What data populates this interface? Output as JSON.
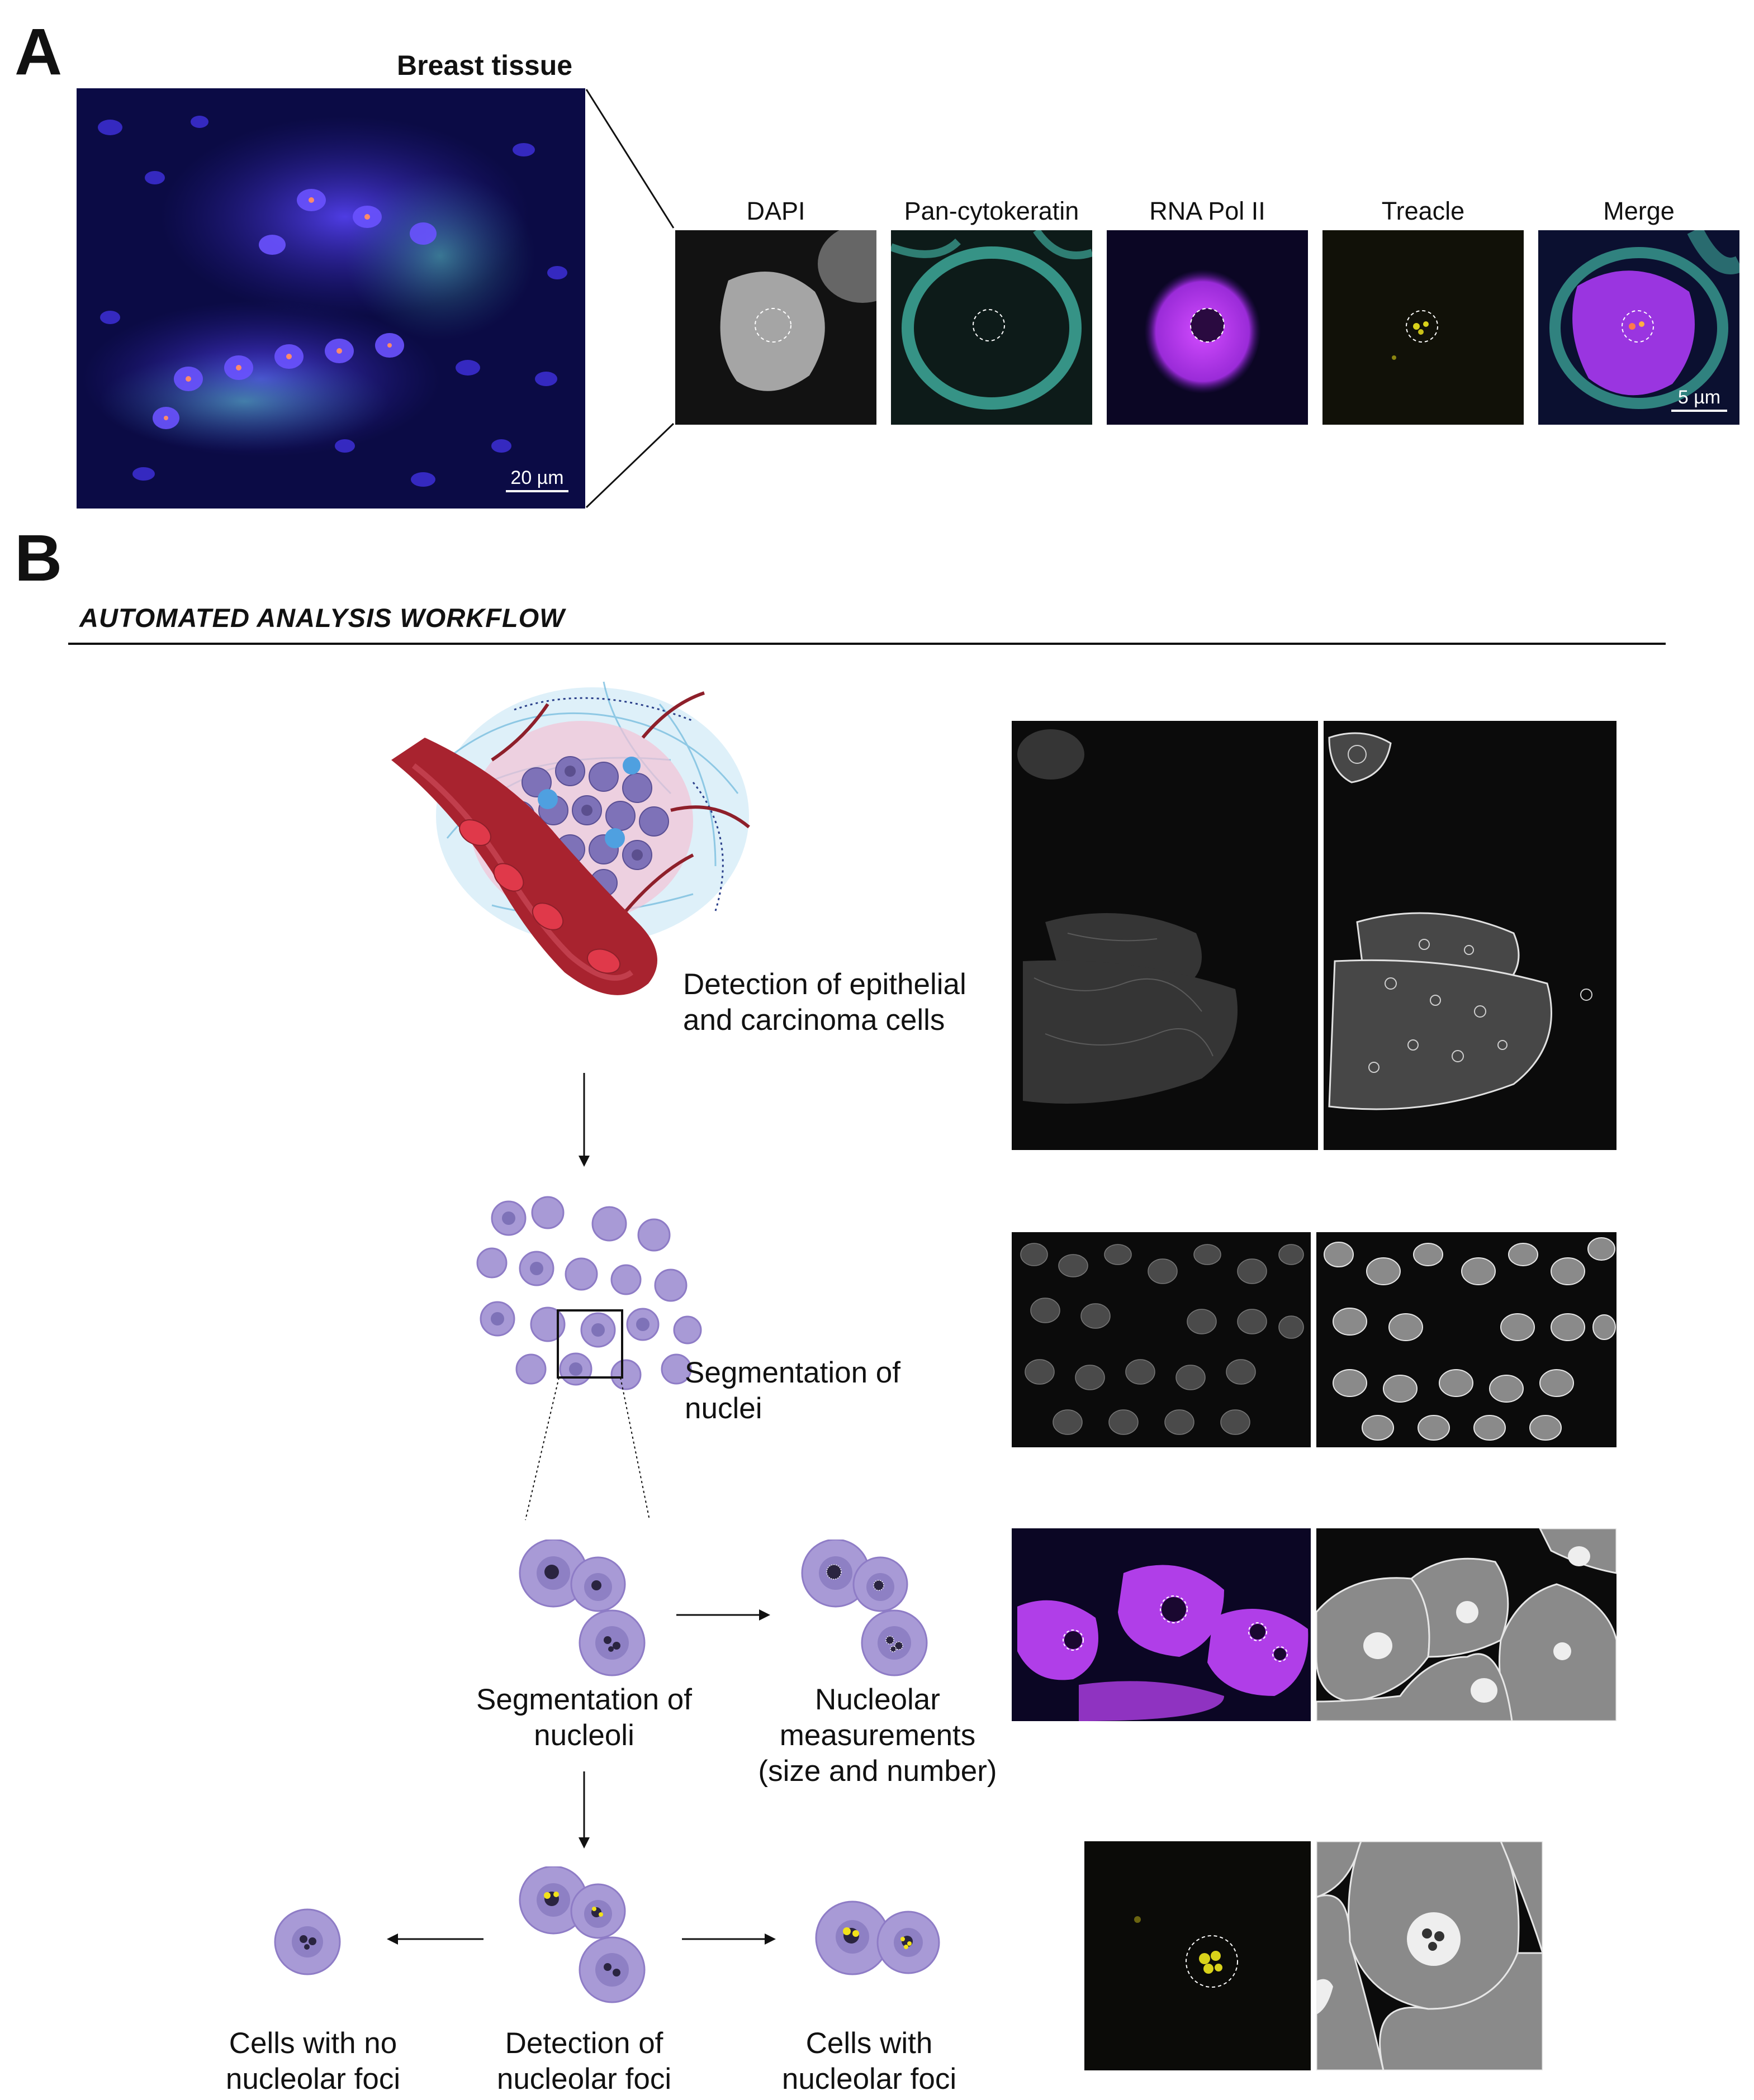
{
  "panel_a": {
    "letter": "A",
    "title": "Breast tissue",
    "scale_large": "20 µm",
    "scale_small": "5 µm",
    "channels": [
      {
        "label": "DAPI"
      },
      {
        "label": "Pan-cytokeratin"
      },
      {
        "label": "RNA Pol II"
      },
      {
        "label": "Treacle"
      },
      {
        "label": "Merge"
      }
    ]
  },
  "panel_b": {
    "letter": "B",
    "workflow_title": "AUTOMATED ANALYSIS WORKFLOW",
    "steps": {
      "epithelial": [
        "Detection of epithelial",
        "and carcinoma cells"
      ],
      "nuclei": [
        "Segmentation of",
        "nuclei"
      ],
      "nucleoli": [
        "Segmentation of",
        "nucleoli"
      ],
      "measurements": [
        "Nucleolar",
        "measurements",
        "(size and number)"
      ],
      "no_foci": [
        "Cells with no",
        "nucleolar foci"
      ],
      "detect_foci": [
        "Detection of",
        "nucleolar foci"
      ],
      "with_foci": [
        "Cells with",
        "nucleolar foci"
      ]
    }
  },
  "colors": {
    "dapi": "#4636d8",
    "cytokeratin": "#3ea89a",
    "pol2": "#c93cf0",
    "treacle": "#d9d21a",
    "cell_fill": "#a89ad6",
    "cell_edge": "#8e7cc6",
    "vessel": "#a8232f"
  }
}
